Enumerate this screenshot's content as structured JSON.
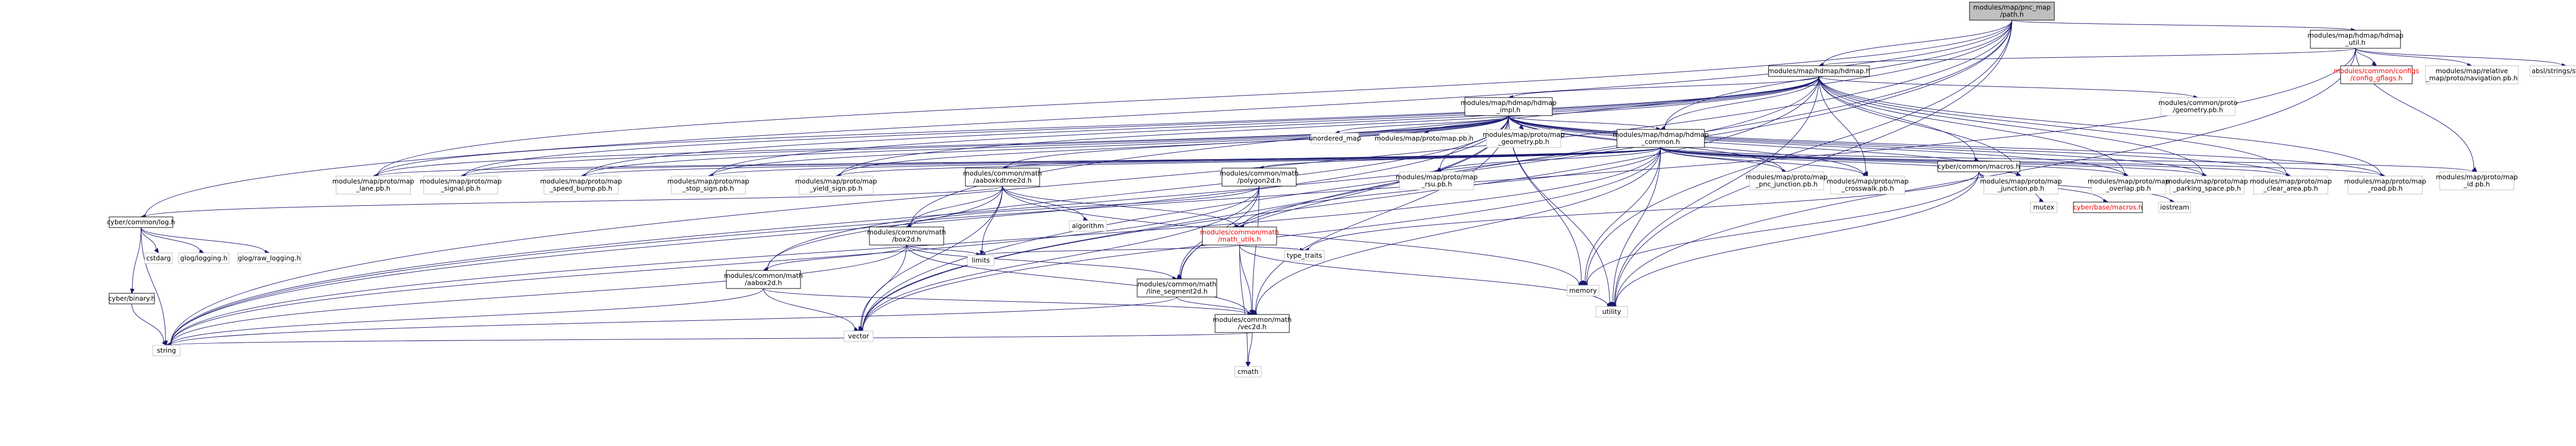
{
  "colors": {
    "edge": "#191970",
    "node_border": "#000000",
    "node_fill": "#ffffff",
    "root_fill": "#bfbfbf",
    "missing_border": "#bfbfbf",
    "link_text": "#000000",
    "error_text": "#ff0000"
  },
  "nodes": [
    {
      "id": "root",
      "lines": [
        "modules/map/pnc_map",
        "/path.h"
      ],
      "style": "root"
    },
    {
      "id": "hdmap_util",
      "lines": [
        "modules/map/hdmap/hdmap",
        "_util.h"
      ],
      "style": "link"
    },
    {
      "id": "hdmap_h",
      "lines": [
        "modules/map/hdmap/hdmap.h"
      ],
      "style": "link"
    },
    {
      "id": "config_gflags",
      "lines": [
        "modules/common/configs",
        "/config_gflags.h"
      ],
      "style": "error"
    },
    {
      "id": "navigation_pb",
      "lines": [
        "modules/map/relative",
        "_map/proto/navigation.pb.h"
      ],
      "style": "plain"
    },
    {
      "id": "str_cat",
      "lines": [
        "absl/strings/str_cat.h"
      ],
      "style": "plain"
    },
    {
      "id": "hdmap_impl",
      "lines": [
        "modules/map/hdmap/hdmap",
        "_impl.h"
      ],
      "style": "link"
    },
    {
      "id": "geometry_pb",
      "lines": [
        "modules/common/proto",
        "/geometry.pb.h"
      ],
      "style": "plain"
    },
    {
      "id": "hdmap_common",
      "lines": [
        "modules/map/hdmap/hdmap",
        "_common.h"
      ],
      "style": "link"
    },
    {
      "id": "macros",
      "lines": [
        "cyber/common/macros.h"
      ],
      "style": "link"
    },
    {
      "id": "unordered_map",
      "lines": [
        "unordered_map"
      ],
      "style": "plain"
    },
    {
      "id": "map_pb",
      "lines": [
        "modules/map/proto/map.pb.h"
      ],
      "style": "plain"
    },
    {
      "id": "map_geometry_pb",
      "lines": [
        "modules/map/proto/map",
        "_geometry.pb.h"
      ],
      "style": "plain"
    },
    {
      "id": "lane_pb",
      "lines": [
        "modules/map/proto/map",
        "_lane.pb.h"
      ],
      "style": "plain"
    },
    {
      "id": "signal_pb",
      "lines": [
        "modules/map/proto/map",
        "_signal.pb.h"
      ],
      "style": "plain"
    },
    {
      "id": "speed_bump_pb",
      "lines": [
        "modules/map/proto/map",
        "_speed_bump.pb.h"
      ],
      "style": "plain"
    },
    {
      "id": "stop_sign_pb",
      "lines": [
        "modules/map/proto/map",
        "_stop_sign.pb.h"
      ],
      "style": "plain"
    },
    {
      "id": "yield_sign_pb",
      "lines": [
        "modules/map/proto/map",
        "_yield_sign.pb.h"
      ],
      "style": "plain"
    },
    {
      "id": "aaboxkdtree2d",
      "lines": [
        "modules/common/math",
        "/aaboxkdtree2d.h"
      ],
      "style": "link"
    },
    {
      "id": "polygon2d",
      "lines": [
        "modules/common/math",
        "/polygon2d.h"
      ],
      "style": "link"
    },
    {
      "id": "rsu_pb",
      "lines": [
        "modules/map/proto/map",
        "_rsu.pb.h"
      ],
      "style": "plain"
    },
    {
      "id": "pnc_junction_pb",
      "lines": [
        "modules/map/proto/map",
        "_pnc_junction.pb.h"
      ],
      "style": "plain"
    },
    {
      "id": "crosswalk_pb",
      "lines": [
        "modules/map/proto/map",
        "_crosswalk.pb.h"
      ],
      "style": "plain"
    },
    {
      "id": "junction_pb",
      "lines": [
        "modules/map/proto/map",
        "_junction.pb.h"
      ],
      "style": "plain"
    },
    {
      "id": "overlap_pb",
      "lines": [
        "modules/map/proto/map",
        "_overlap.pb.h"
      ],
      "style": "plain"
    },
    {
      "id": "parking_space_pb",
      "lines": [
        "modules/map/proto/map",
        "_parking_space.pb.h"
      ],
      "style": "plain"
    },
    {
      "id": "clear_area_pb",
      "lines": [
        "modules/map/proto/map",
        "_clear_area.pb.h"
      ],
      "style": "plain"
    },
    {
      "id": "road_pb",
      "lines": [
        "modules/map/proto/map",
        "_road.pb.h"
      ],
      "style": "plain"
    },
    {
      "id": "id_pb",
      "lines": [
        "modules/map/proto/map",
        "_id.pb.h"
      ],
      "style": "plain"
    },
    {
      "id": "mutex",
      "lines": [
        "mutex"
      ],
      "style": "plain"
    },
    {
      "id": "base_macros",
      "lines": [
        "cyber/base/macros.h"
      ],
      "style": "error"
    },
    {
      "id": "iostream",
      "lines": [
        "iostream"
      ],
      "style": "plain"
    },
    {
      "id": "log_h",
      "lines": [
        "cyber/common/log.h"
      ],
      "style": "link"
    },
    {
      "id": "algorithm",
      "lines": [
        "algorithm"
      ],
      "style": "plain"
    },
    {
      "id": "box2d",
      "lines": [
        "modules/common/math",
        "/box2d.h"
      ],
      "style": "link"
    },
    {
      "id": "math_utils",
      "lines": [
        "modules/common/math",
        "/math_utils.h"
      ],
      "style": "error"
    },
    {
      "id": "cstdarg",
      "lines": [
        "cstdarg"
      ],
      "style": "plain"
    },
    {
      "id": "glog_logging",
      "lines": [
        "glog/logging.h"
      ],
      "style": "plain"
    },
    {
      "id": "glog_raw_logging",
      "lines": [
        "glog/raw_logging.h"
      ],
      "style": "plain"
    },
    {
      "id": "binary_h",
      "lines": [
        "cyber/binary.h"
      ],
      "style": "link"
    },
    {
      "id": "aabox2d",
      "lines": [
        "modules/common/math",
        "/aabox2d.h"
      ],
      "style": "link"
    },
    {
      "id": "limits",
      "lines": [
        "limits"
      ],
      "style": "plain"
    },
    {
      "id": "line_segment2d",
      "lines": [
        "modules/common/math",
        "/line_segment2d.h"
      ],
      "style": "link"
    },
    {
      "id": "type_traits",
      "lines": [
        "type_traits"
      ],
      "style": "plain"
    },
    {
      "id": "memory",
      "lines": [
        "memory"
      ],
      "style": "plain"
    },
    {
      "id": "utility",
      "lines": [
        "utility"
      ],
      "style": "plain"
    },
    {
      "id": "vec2d",
      "lines": [
        "modules/common/math",
        "/vec2d.h"
      ],
      "style": "link"
    },
    {
      "id": "vector",
      "lines": [
        "vector"
      ],
      "style": "plain"
    },
    {
      "id": "string",
      "lines": [
        "string"
      ],
      "style": "plain"
    },
    {
      "id": "cmath",
      "lines": [
        "cmath"
      ],
      "style": "plain"
    }
  ]
}
